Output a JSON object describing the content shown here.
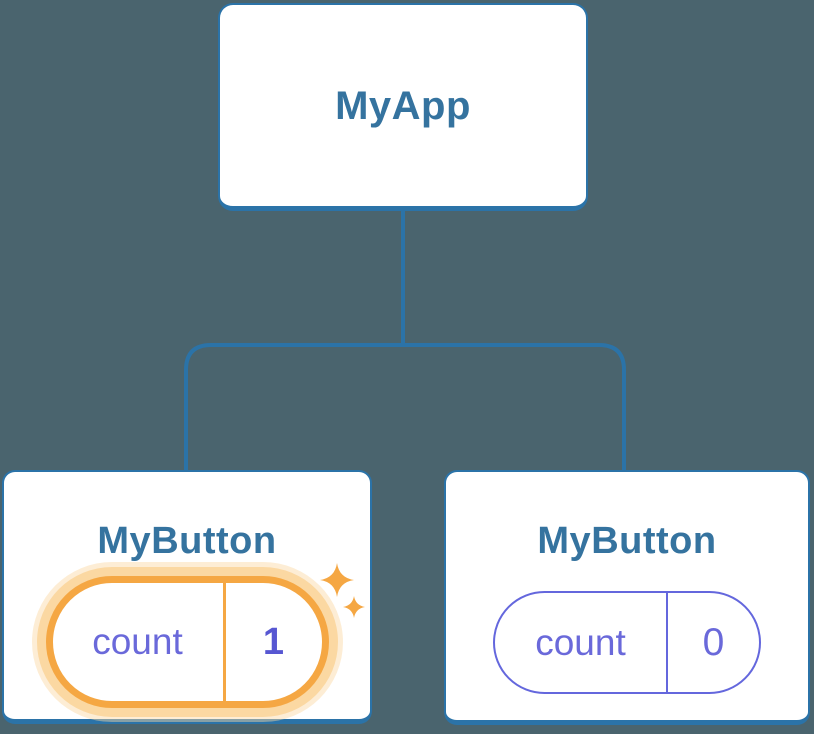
{
  "page": {
    "background_color": "#4a646e"
  },
  "diagram": {
    "type": "component-tree",
    "connector_color": "#2b73a8",
    "root": {
      "title": "MyApp"
    },
    "children": [
      {
        "title": "MyButton",
        "state": {
          "label": "count",
          "value": "1"
        },
        "highlighted": true
      },
      {
        "title": "MyButton",
        "state": {
          "label": "count",
          "value": "0"
        },
        "highlighted": false
      }
    ],
    "colors": {
      "card_background": "#ffffff",
      "card_border": "#2b73a8",
      "title_text": "#35739f",
      "state_text": "#6a69da",
      "state_border": "#6467dd",
      "highlight_value_text": "#5757d2",
      "highlight_border": "#f5a743",
      "highlight_glow": "#fbd8a2"
    }
  }
}
